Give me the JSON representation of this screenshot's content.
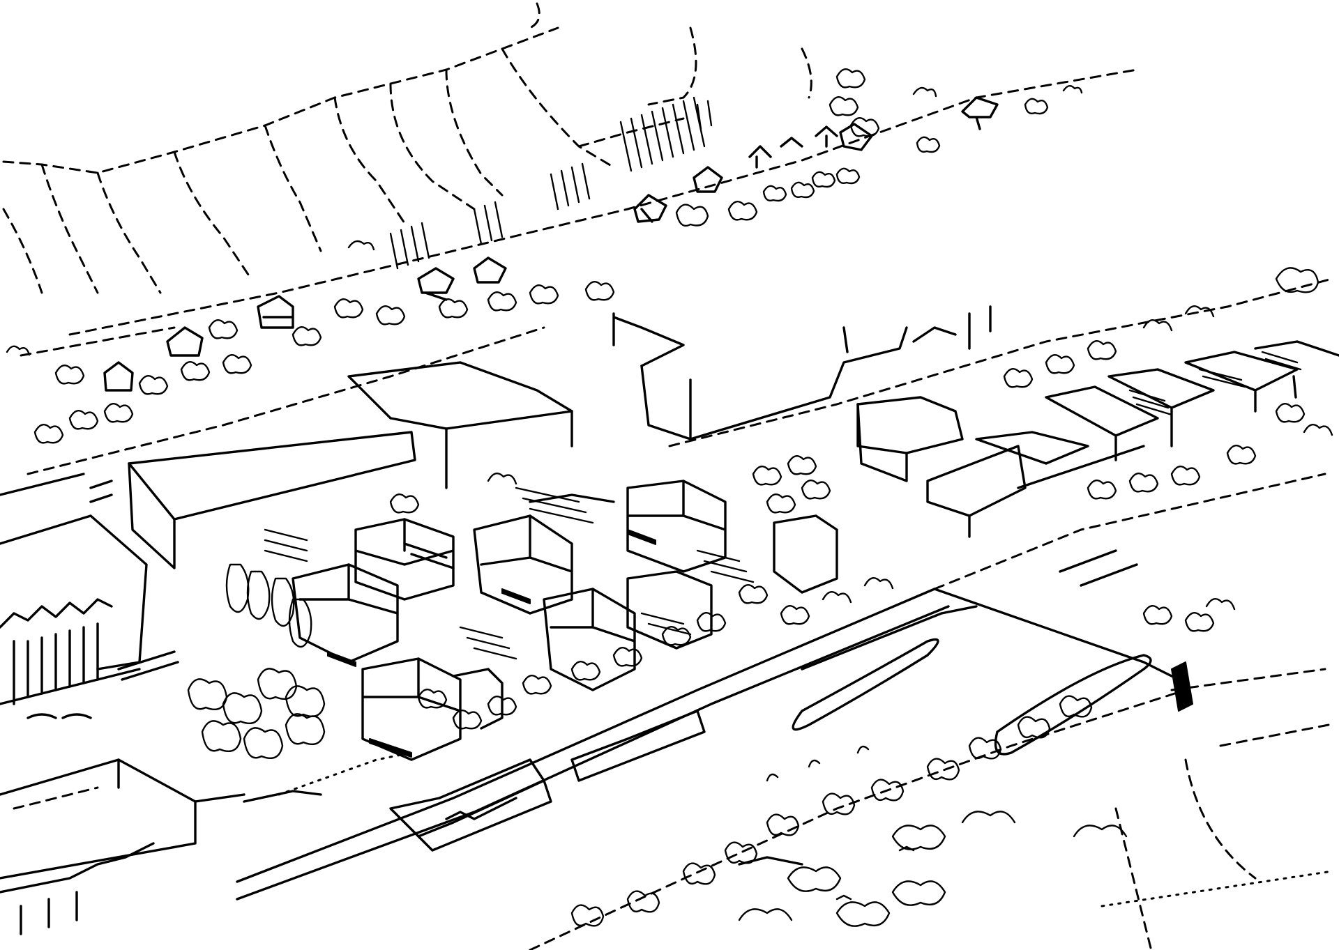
{
  "sketch": {
    "ink_color": "#000000",
    "paper_color": "#ffffff",
    "elements": {
      "terrain_contours": "dashed-contour-lines",
      "fields": "dashed-field-boundaries",
      "buildings": "block-buildings",
      "trees": "scribbled-tree-canopies",
      "railway": "railway-tracks",
      "train": "train",
      "roads": "dashed-roads",
      "river": "river-with-bank-vegetation"
    }
  }
}
